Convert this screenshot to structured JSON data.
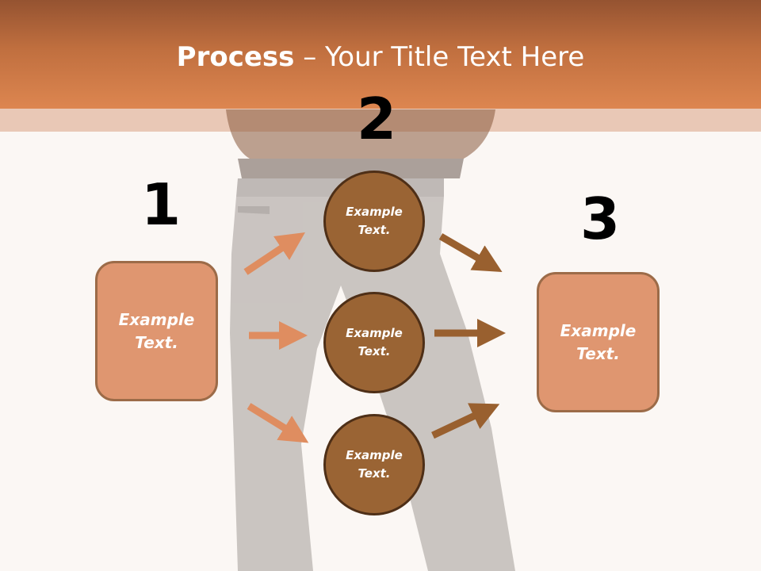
{
  "title": {
    "bold": "Process",
    "dash": " – ",
    "rest": "Your Title Text Here"
  },
  "steps": {
    "one": {
      "number": "1"
    },
    "two": {
      "number": "2"
    },
    "three": {
      "number": "3"
    }
  },
  "left_box": {
    "line1": "Example",
    "line2": "Text."
  },
  "right_box": {
    "line1": "Example",
    "line2": "Text."
  },
  "circles": [
    {
      "line1": "Example",
      "line2": "Text."
    },
    {
      "line1": "Example",
      "line2": "Text."
    },
    {
      "line1": "Example",
      "line2": "Text."
    }
  ],
  "colors": {
    "header_top": "#955331",
    "header_bottom": "#dd8650",
    "box_fill": "#df9670",
    "circle_fill": "#9a6434",
    "arrow_light": "#df8d60",
    "arrow_dark": "#99602f"
  }
}
